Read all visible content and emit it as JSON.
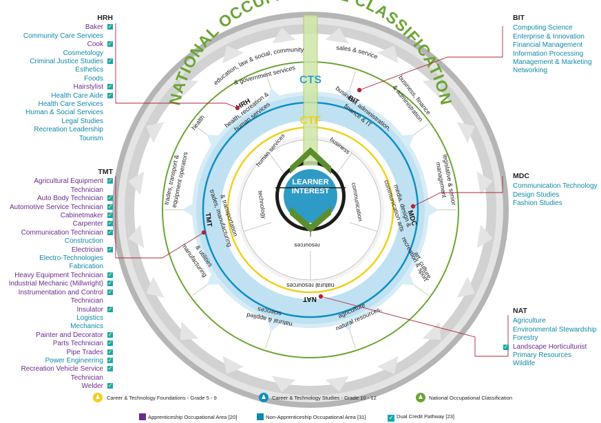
{
  "title": "NATIONAL OCCUPATIONAL CLASSIFICATION",
  "center": {
    "line1": "LEARNER",
    "line2": "INTEREST"
  },
  "rings": {
    "cts": "CTS",
    "ctf": "CTF"
  },
  "cluster_codes": {
    "hrh": "HRH",
    "bit": "BIT",
    "mdc": "MDC",
    "nat": "NAT",
    "tmt": "TMT"
  },
  "ctf_areas": {
    "human_services": "human services",
    "business": "business",
    "communication": "communication",
    "resources": "resources",
    "technology": "technology"
  },
  "cts_clusters": {
    "hrh": [
      "health, recreation &",
      "human services"
    ],
    "bit": [
      "business, administration,",
      "finance & IT"
    ],
    "mdc": [
      "media, design &",
      "communication arts"
    ],
    "nat": "natural resources",
    "tmt": [
      "trades, manufacturing",
      "& transportation"
    ]
  },
  "noc_areas": {
    "education": [
      "education, law & social, community",
      "& government services"
    ],
    "sales": "sales & service",
    "business_finance": [
      "business, finance",
      "& administration"
    ],
    "legislative": [
      "legislative & senior",
      "management"
    ],
    "art": [
      "art, culture,",
      "recreation & sport"
    ],
    "natural": [
      "natural resources,",
      "agriculture"
    ],
    "applied": [
      "natural & applied",
      "sciences"
    ],
    "manufacturing": [
      "manufacturing",
      "& utilities"
    ],
    "trades": [
      "trades, transport &",
      "equipment operators"
    ],
    "health": "health"
  },
  "panels": {
    "hrh": {
      "title": "HRH",
      "items": [
        {
          "text": "Baker",
          "type": "appr",
          "dual": true
        },
        {
          "text": "Community Care Services",
          "type": "nonap",
          "dual": false
        },
        {
          "text": "Cook",
          "type": "appr",
          "dual": true
        },
        {
          "text": "Cosmetology",
          "type": "nonap",
          "dual": false
        },
        {
          "text": "Criminal Justice Studies",
          "type": "nonap",
          "dual": true
        },
        {
          "text": "Esthetics",
          "type": "nonap",
          "dual": false
        },
        {
          "text": "Foods",
          "type": "nonap",
          "dual": false
        },
        {
          "text": "Hairstylist",
          "type": "appr",
          "dual": true
        },
        {
          "text": "Health Care Aide",
          "type": "nonap",
          "dual": true
        },
        {
          "text": "Health Care Services",
          "type": "nonap",
          "dual": false
        },
        {
          "text": "Human & Social Services",
          "type": "nonap",
          "dual": false
        },
        {
          "text": "Legal Studies",
          "type": "nonap",
          "dual": false
        },
        {
          "text": "Recreation Leadership",
          "type": "nonap",
          "dual": false
        },
        {
          "text": "Tourism",
          "type": "nonap",
          "dual": false
        }
      ]
    },
    "tmt": {
      "title": "TMT",
      "items": [
        {
          "text": "Agricultural Equipment",
          "text2": "Technician",
          "type": "appr",
          "dual": true
        },
        {
          "text": "Auto Body Technician",
          "type": "appr",
          "dual": true
        },
        {
          "text": "Automotive Service Technician",
          "type": "appr",
          "dual": true
        },
        {
          "text": "Cabinetmaker",
          "type": "appr",
          "dual": true
        },
        {
          "text": "Carpenter",
          "type": "appr",
          "dual": true
        },
        {
          "text": "Communication Technician",
          "type": "appr",
          "dual": true
        },
        {
          "text": "Construction",
          "type": "nonap",
          "dual": false
        },
        {
          "text": "Electrician",
          "type": "appr",
          "dual": true
        },
        {
          "text": "Electro-Technologies",
          "type": "nonap",
          "dual": false
        },
        {
          "text": "Fabrication",
          "type": "nonap",
          "dual": false
        },
        {
          "text": "Heavy Equipment Technician",
          "type": "appr",
          "dual": true
        },
        {
          "text": "Industrial Mechanic (Millwright)",
          "type": "appr",
          "dual": true
        },
        {
          "text": "Instrumentation and Control",
          "text2": "Technician",
          "type": "appr",
          "dual": true
        },
        {
          "text": "Insulator",
          "type": "appr",
          "dual": true
        },
        {
          "text": "Logistics",
          "type": "nonap",
          "dual": false
        },
        {
          "text": "Mechanics",
          "type": "nonap",
          "dual": false
        },
        {
          "text": "Painter and Decorator",
          "type": "appr",
          "dual": true
        },
        {
          "text": "Parts Technician",
          "type": "appr",
          "dual": true
        },
        {
          "text": "Pipe Trades",
          "type": "appr",
          "dual": true
        },
        {
          "text": "Power Engineering",
          "type": "nonap",
          "dual": true
        },
        {
          "text": "Recreation Vehicle Service",
          "text2": "Technician",
          "type": "appr",
          "dual": true
        },
        {
          "text": "Welder",
          "type": "appr",
          "dual": true
        }
      ]
    },
    "bit": {
      "title": "BIT",
      "items": [
        {
          "text": "Computing Science",
          "type": "nonap",
          "dual": false
        },
        {
          "text": "Enterprise & Innovation",
          "type": "nonap",
          "dual": false
        },
        {
          "text": "Financial Management",
          "type": "nonap",
          "dual": false
        },
        {
          "text": "Information Processing",
          "type": "nonap",
          "dual": false
        },
        {
          "text": "Management & Marketing",
          "type": "nonap",
          "dual": false
        },
        {
          "text": "Networking",
          "type": "nonap",
          "dual": false
        }
      ]
    },
    "mdc": {
      "title": "MDC",
      "items": [
        {
          "text": "Communication Technology",
          "type": "nonap",
          "dual": false
        },
        {
          "text": "Design Studies",
          "type": "nonap",
          "dual": false
        },
        {
          "text": "Fashion Studies",
          "type": "nonap",
          "dual": false
        }
      ]
    },
    "nat": {
      "title": "NAT",
      "items": [
        {
          "text": "Agriculture",
          "type": "nonap",
          "dual": false
        },
        {
          "text": "Environmental Stewardship",
          "type": "nonap",
          "dual": false
        },
        {
          "text": "Forestry",
          "type": "nonap",
          "dual": false
        },
        {
          "text": "Landscape Horticulturist",
          "type": "appr",
          "dual": true
        },
        {
          "text": "Primary Resources",
          "type": "nonap",
          "dual": false
        },
        {
          "text": "Wildlife",
          "type": "nonap",
          "dual": false
        }
      ]
    }
  },
  "legend": {
    "ctf": "Career & Technology Foundations - Grade 5 - 9",
    "cts": "Career & Technology Studies - Grade 10 - 12",
    "noc": "National Occupational Classification",
    "appr": "Apprenticeship Occupational Area [20]",
    "nonap": "Non-Apprenticeship Occupational Area [31]",
    "dual": "Dual Credit Pathway [23]"
  },
  "colors": {
    "noc_green": "#6aa532",
    "cts_blue": "#0e8ec2",
    "ctf_yellow": "#f1cf1b",
    "appr": "#6c2a8e",
    "nonap": "#0f89a9",
    "leader": "#b0243a"
  }
}
